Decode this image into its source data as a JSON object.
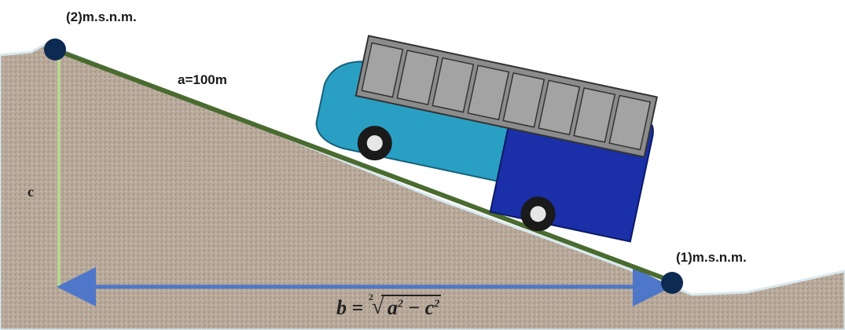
{
  "labels": {
    "point_top": "(2)m.s.n.m.",
    "point_bottom": "(1)m.s.n.m.",
    "hypotenuse": "a=100m",
    "vertical": "c"
  },
  "formula": {
    "lhs": "b",
    "equals": "=",
    "root_index": "2",
    "term_a": "a",
    "exp_a": "2",
    "minus": "−",
    "term_c": "c",
    "exp_c": "2"
  },
  "colors": {
    "ground": "#b9aa9b",
    "hill_edge": "#8f8376",
    "hypotenuse_line": "#4a6b30",
    "vertical_line": "#b6d98f",
    "horizontal_arrow": "#4f77c9",
    "point": "#0d2a52",
    "bus_front": "#2a9fc4",
    "bus_rear": "#1a2fa8",
    "bus_roof": "#8c8c8c"
  }
}
